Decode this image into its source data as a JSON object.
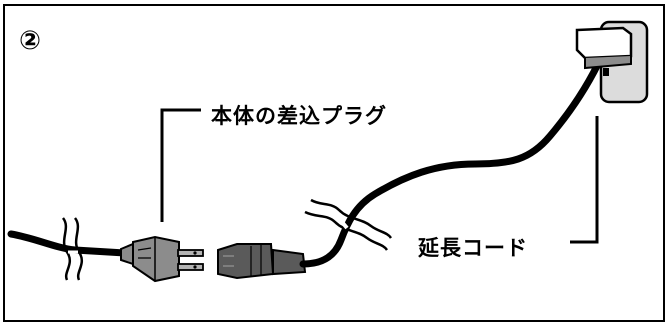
{
  "diagram": {
    "step_number": "②",
    "labels": {
      "main_unit_plug": "本体の差込プラグ",
      "extension_cord": "延長コード"
    },
    "colors": {
      "outline": "#000000",
      "plug_fill": "#8c8c8c",
      "connector_fill": "#5a5a5a",
      "outlet_fill": "#dcdcdc",
      "pins": "#b4b4b4"
    }
  }
}
